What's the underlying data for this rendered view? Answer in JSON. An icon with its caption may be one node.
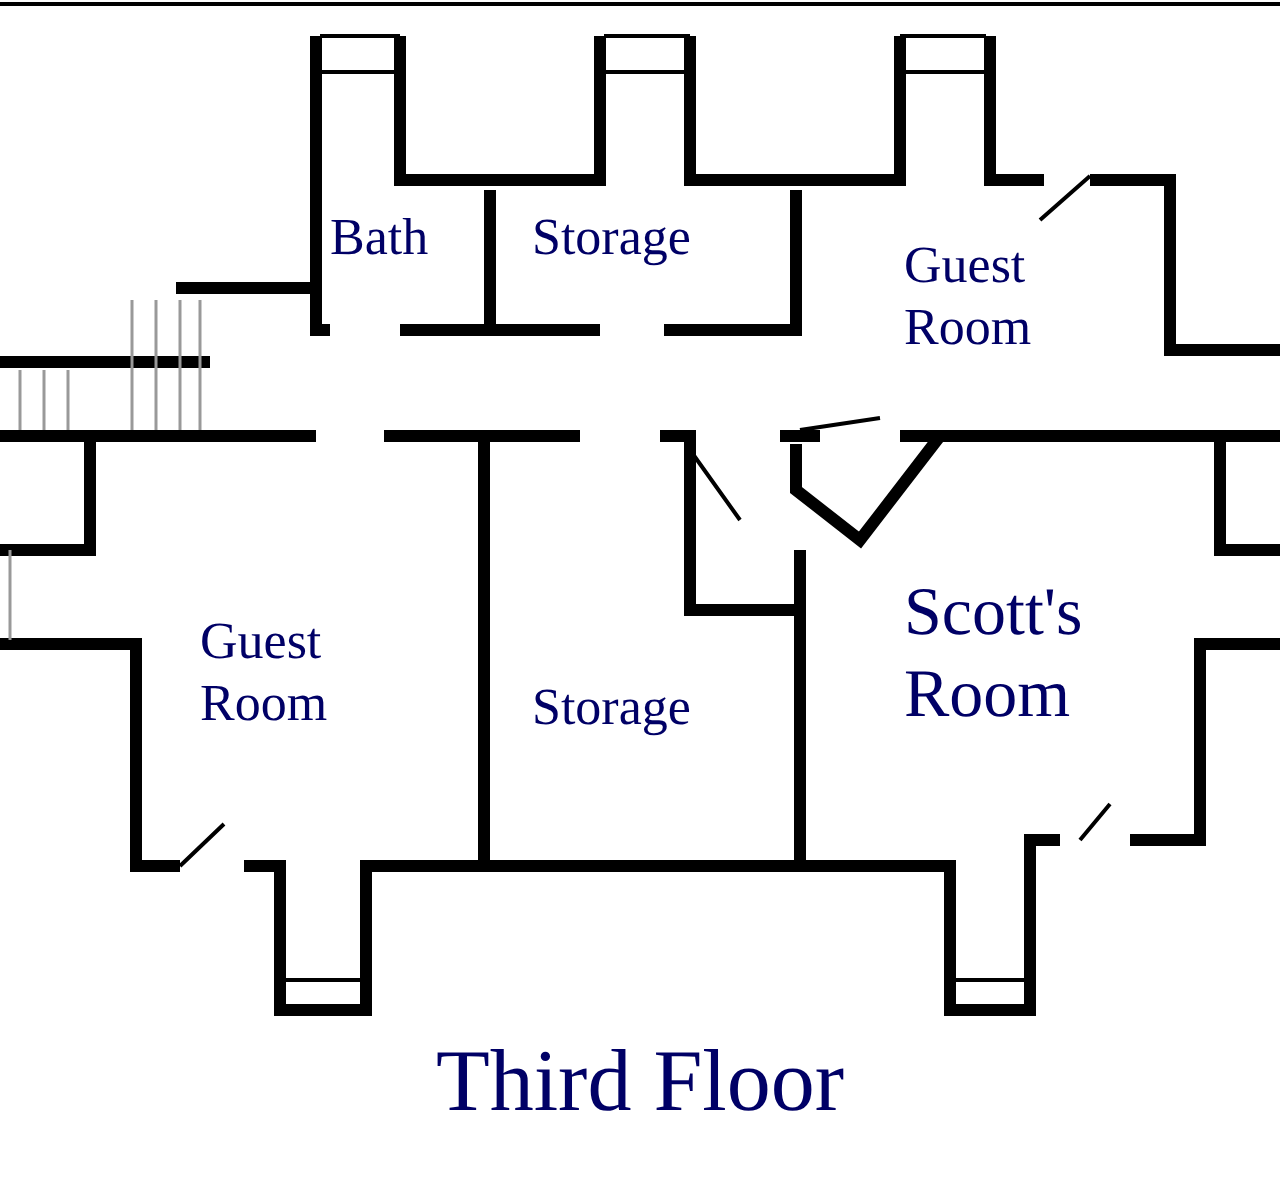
{
  "diagram": {
    "title": "Third Floor",
    "labels": [
      "Bath",
      "Storage",
      "Guest Room",
      "Guest Room",
      "Storage",
      "Scott's Room"
    ]
  }
}
